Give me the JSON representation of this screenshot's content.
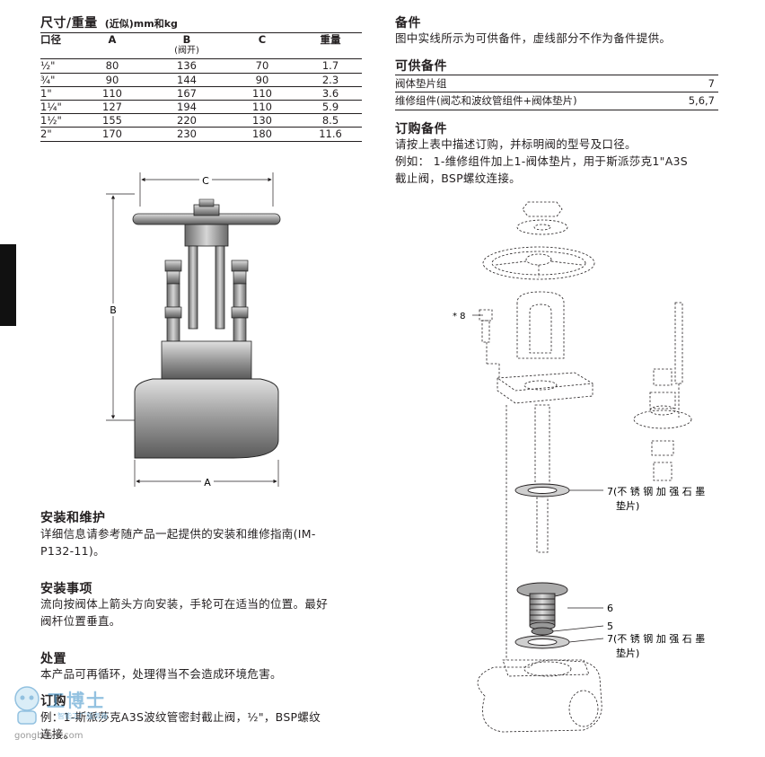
{
  "left": {
    "dims_title": "尺寸/重量",
    "dims_unit": "(近似)mm和kg",
    "table": {
      "headers": [
        "口径",
        "A",
        "B",
        "C",
        "重量"
      ],
      "subheader": "(阀开)",
      "rows": [
        [
          "½\"",
          "80",
          "136",
          "70",
          "1.7"
        ],
        [
          "¾\"",
          "90",
          "144",
          "90",
          "2.3"
        ],
        [
          "1\"",
          "110",
          "167",
          "110",
          "3.6"
        ],
        [
          "1¼\"",
          "127",
          "194",
          "110",
          "5.9"
        ],
        [
          "1½\"",
          "155",
          "220",
          "130",
          "8.5"
        ],
        [
          "2\"",
          "170",
          "230",
          "180",
          "11.6"
        ]
      ]
    },
    "drawing": {
      "label_c": "C",
      "label_b": "B",
      "label_a": "A"
    },
    "install_title": "安装和维护",
    "install_text_1": "详细信息请参考随产品一起提供的安装和维修指南(IM-",
    "install_text_2": "P132-11)。",
    "notes_title": "安装事项",
    "notes_text_1": "流向按阀体上箭头方向安装，手轮可在适当的位置。最好",
    "notes_text_2": "阀杆位置垂直。",
    "disposal_title": "处置",
    "disposal_text": "本产品可再循环，处理得当不会造成环境危害。",
    "order_title": "订购",
    "order_text_1": "例：1-斯派莎克A3S波纹管密封截止阀，½\"，BSP螺纹",
    "order_text_2": "连接。"
  },
  "right": {
    "spares_title": "备件",
    "spares_text": "图中实线所示为可供备件，虚线部分不作为备件提供。",
    "available_title": "可供备件",
    "available": [
      {
        "name": "阀体垫片组",
        "ref": "7"
      },
      {
        "name": "维修组件(阀芯和波纹管组件+阀体垫片)",
        "ref": "5,6,7"
      }
    ],
    "ordering_title": "订购备件",
    "ordering_text_1": "请按上表中描述订购，并标明阀的型号及口径。",
    "ordering_text_2": "例如： 1-维修组件加上1-阀体垫片，用于斯派莎克1\"A3S",
    "ordering_text_3": "截止阀，BSP螺纹连接。",
    "callouts": {
      "c8": "* 8",
      "c7a_1": "7(不 锈 钢 加 强 石 墨",
      "c7a_2": "垫片)",
      "c6": "6",
      "c5": "5",
      "c7b_1": "7(不 锈 钢 加 强 石 墨",
      "c7b_2": "垫片)"
    }
  },
  "watermark": {
    "brand": "工博士",
    "tagline": "智能工厂服务商",
    "url": "gongboshi.com"
  }
}
